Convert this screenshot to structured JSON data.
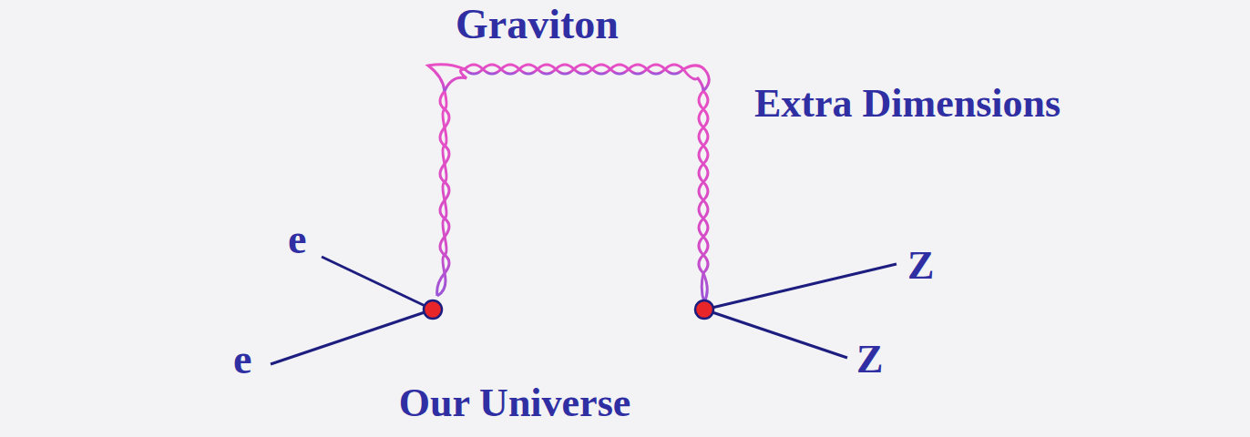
{
  "diagram": {
    "nodes": [
      {
        "text": [
          "Our Universe"
        ]
      }
    ],
    "labels": [
      "Graviton",
      "Extra Dimensions",
      "e",
      "e",
      "Z",
      "Z"
    ]
  }
}
